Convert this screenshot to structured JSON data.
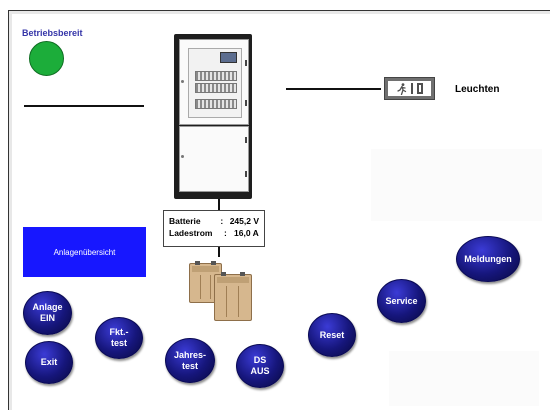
{
  "status": {
    "title": "Betriebsbereit",
    "led_color": "#1cad3a"
  },
  "lights": {
    "label": "Leuchten",
    "icon": "emergency-exit-sign-icon"
  },
  "readout": {
    "battery_label": "Batterie",
    "battery_value": "245,2 V",
    "charge_label": "Ladestrom",
    "charge_value": "16,0 A",
    "separator": ":"
  },
  "overview": {
    "label": "Anlagenübersicht",
    "color": "#1717ff"
  },
  "buttons": {
    "anlage_ein": "Anlage\nEIN",
    "exit": "Exit",
    "fkt_test": "Fkt.-\ntest",
    "jahrestest": "Jahres-\ntest",
    "ds_aus": "DS\nAUS",
    "reset": "Reset",
    "service": "Service",
    "meldungen": "Meldungen",
    "button_color": "#16167c"
  }
}
